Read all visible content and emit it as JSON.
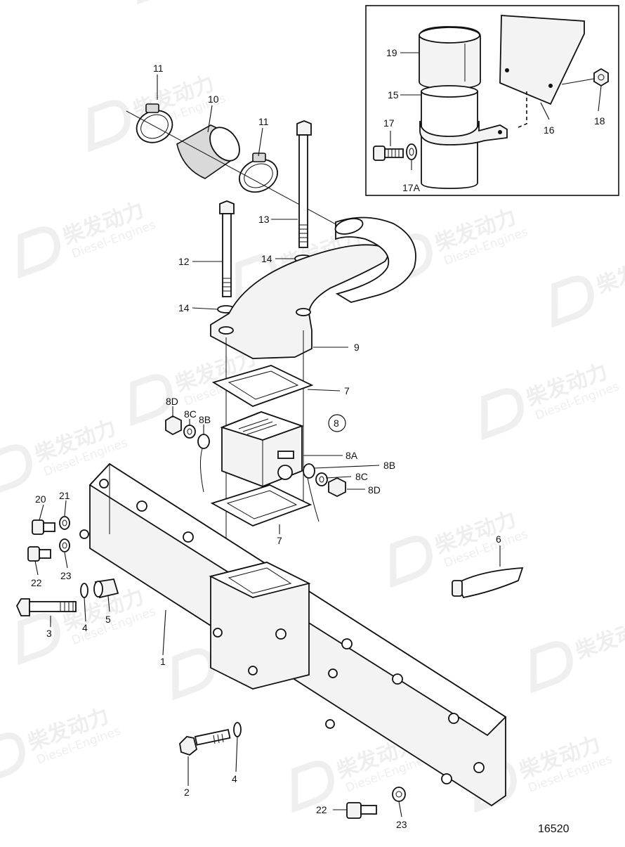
{
  "watermark": {
    "brand": "柴发动力",
    "sub": "Diesel-Engines"
  },
  "drawing_number": "16520",
  "group_marker": "8",
  "labels": {
    "p1": "1",
    "p2": "2",
    "p3": "3",
    "p4a": "4",
    "p4b": "4",
    "p5": "5",
    "p6": "6",
    "p7a": "7",
    "p7b": "7",
    "p8a": "8A",
    "p8b_l": "8B",
    "p8b_r": "8B",
    "p8c_l": "8C",
    "p8c_r": "8C",
    "p8d_l": "8D",
    "p8d_r": "8D",
    "p9": "9",
    "p10": "10",
    "p11a": "11",
    "p11b": "11",
    "p12": "12",
    "p13": "13",
    "p14a": "14",
    "p14b": "14",
    "p15": "15",
    "p16": "16",
    "p17": "17",
    "p17a": "17A",
    "p18": "18",
    "p19": "19",
    "p20": "20",
    "p21": "21",
    "p22a": "22",
    "p22b": "22",
    "p23a": "23",
    "p23b": "23"
  }
}
